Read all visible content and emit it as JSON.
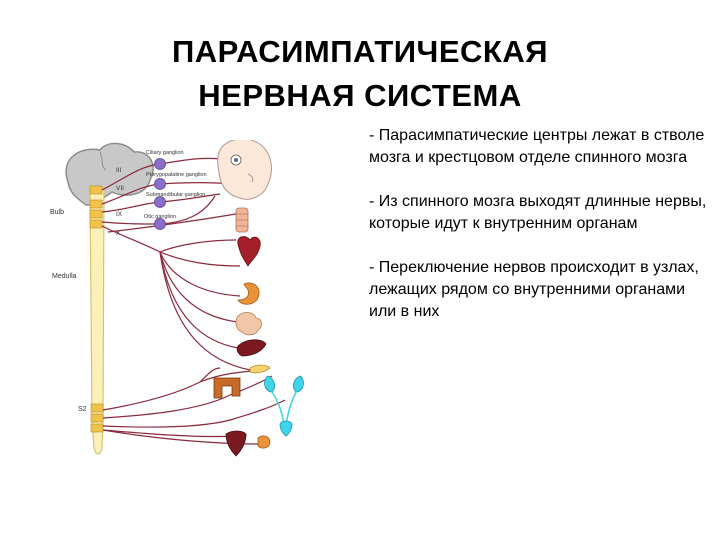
{
  "title": {
    "line1": "ПАРАСИМПАТИЧЕСКАЯ",
    "line2": "НЕРВНАЯ СИСТЕМА"
  },
  "bullets": [
    "- Парасимпатические центры лежат в стволе мозга и крестцовом отделе спинного мозга",
    "- Из спинного мозга выходят длинные нервы, которые идут к внутренним органам",
    "- Переключение нервов происходит в узлах, лежащих рядом со внутренними органами или в них"
  ],
  "diagram": {
    "region_labels": {
      "bulb": "Bulb",
      "medulla": "Medulla",
      "s2": "S2"
    },
    "cranial_nerves": [
      "III",
      "VII",
      "IX",
      "X"
    ],
    "ganglia": [
      "Ciliary ganglion",
      "Pterygopalatine ganglion",
      "Submandibular ganglion",
      "Otic ganglion"
    ]
  }
}
